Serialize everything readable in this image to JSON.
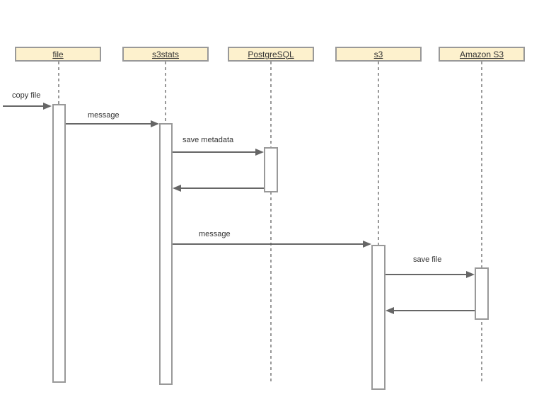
{
  "diagram": {
    "type": "uml-sequence-diagram",
    "participants": [
      {
        "label": "file"
      },
      {
        "label": "s3stats"
      },
      {
        "label": "PostgreSQL"
      },
      {
        "label": "s3"
      },
      {
        "label": "Amazon S3"
      }
    ],
    "messages": [
      {
        "label": "copy file",
        "from": "(external)",
        "to": "file",
        "kind": "call"
      },
      {
        "label": "message",
        "from": "file",
        "to": "s3stats",
        "kind": "call"
      },
      {
        "label": "save metadata",
        "from": "s3stats",
        "to": "PostgreSQL",
        "kind": "call"
      },
      {
        "label": "",
        "from": "PostgreSQL",
        "to": "s3stats",
        "kind": "return"
      },
      {
        "label": "message",
        "from": "s3stats",
        "to": "s3",
        "kind": "call"
      },
      {
        "label": "save file",
        "from": "s3",
        "to": "Amazon S3",
        "kind": "call"
      },
      {
        "label": "",
        "from": "Amazon S3",
        "to": "s3",
        "kind": "return"
      }
    ],
    "colors": {
      "background": "#FFFFFF",
      "header_fill": "#FDF1CD",
      "header_border": "#999999",
      "lifeline": "#999999",
      "activation_fill": "#FFFFFF",
      "activation_border": "#999999",
      "arrow": "#666666",
      "text": "#333333"
    }
  }
}
